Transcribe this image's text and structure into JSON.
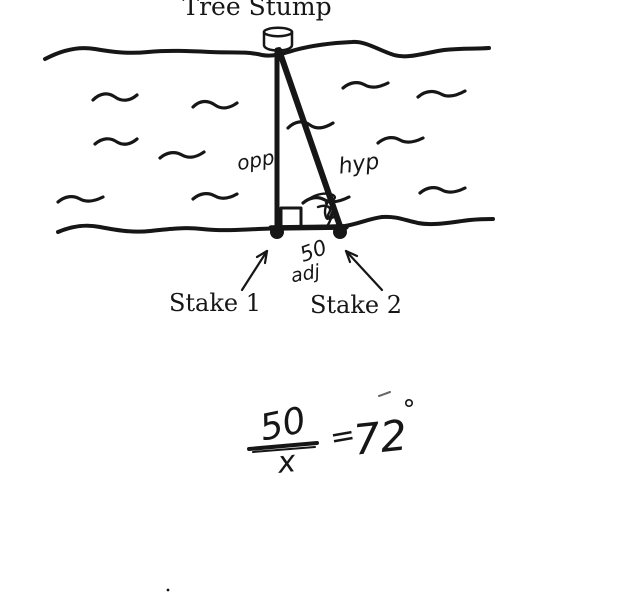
{
  "diagram": {
    "title": "Tree Stump",
    "stake1_label": "Stake 1",
    "stake2_label": "Stake 2",
    "opp_label": "opp",
    "hyp_label": "hyp",
    "adj_label": "adj",
    "base_length": "50"
  },
  "equation": {
    "numerator": "50",
    "denominator": "x",
    "equals": "=",
    "angle": "72",
    "degree": "°"
  },
  "colors": {
    "ink": "#161616",
    "paper": "#ffffff"
  }
}
